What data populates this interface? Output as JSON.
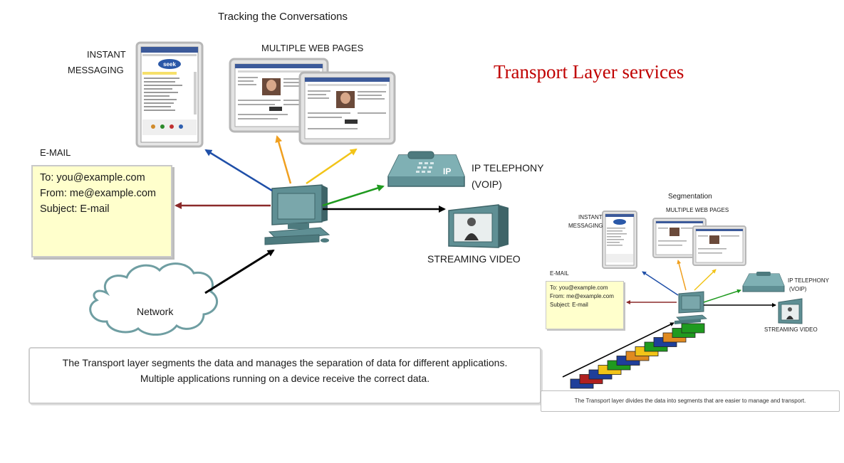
{
  "title": "Transport Layer services",
  "main_diagram": {
    "heading": "Tracking the Conversations",
    "instant_messaging": [
      "INSTANT",
      "MESSAGING"
    ],
    "web_pages": "MULTIPLE WEB PAGES",
    "email_label": "E-MAIL",
    "email_lines": [
      "To: you@example.com",
      "From: me@example.com",
      "Subject: E-mail"
    ],
    "ip_telephony": [
      "IP TELEPHONY",
      "(VOIP)"
    ],
    "streaming_video": "STREAMING VIDEO",
    "network": "Network",
    "phone_badge": "IP",
    "im_brand": "seek",
    "caption": [
      "The Transport layer segments the data and manages the separation of data for different applications.",
      "Multiple applications running on a device receive the correct data."
    ]
  },
  "segmentation_diagram": {
    "heading": "Segmentation",
    "instant_messaging": [
      "INSTANT",
      "MESSAGING"
    ],
    "web_pages": "MULTIPLE WEB PAGES",
    "email_label": "E-MAIL",
    "email_lines": [
      "To: you@example.com",
      "From: me@example.com",
      "Subject: E-mail"
    ],
    "ip_telephony": [
      "IP TELEPHONY",
      "(VOIP)"
    ],
    "streaming_video": "STREAMING VIDEO",
    "caption": "The Transport layer divides the data into segments that are easier to manage and transport."
  },
  "colors": {
    "title": "#c00000",
    "arrow_im": "#1f4fa8",
    "arrow_email": "#8b2a2a",
    "arrow_web1": "#f0a020",
    "arrow_web2": "#f2c418",
    "arrow_voip": "#1f9a1f",
    "arrow_video": "#000000",
    "email_fill": "#ffffcc",
    "device_teal": "#5f8f94",
    "segments": [
      "#1f3f9a",
      "#b02020",
      "#1f3f9a",
      "#f2c418",
      "#1f9a1f",
      "#1f3f9a",
      "#e08a20",
      "#f2c418",
      "#1f9a1f",
      "#1f3f9a",
      "#e08a20",
      "#1f9a1f",
      "#1f9a1f"
    ]
  },
  "icons": {
    "computer": "desktop-computer-icon",
    "phone": "ip-phone-icon",
    "video": "video-monitor-icon",
    "cloud": "network-cloud-icon",
    "im_window": "im-window-icon",
    "web_page": "web-page-icon"
  }
}
